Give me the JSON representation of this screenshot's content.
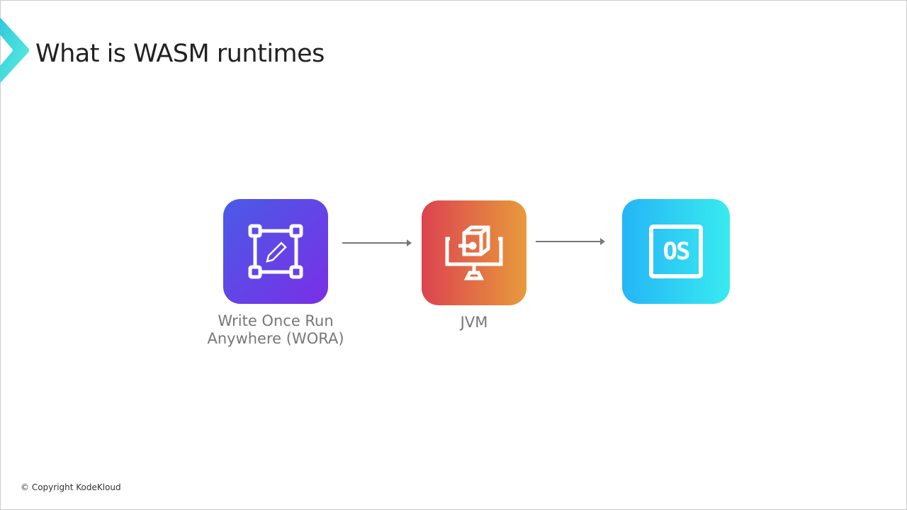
{
  "title": "What is WASM runtimes",
  "nodes": [
    {
      "label": "Write Once Run Anywhere (WORA)",
      "icon": "edit-frame-icon"
    },
    {
      "label": "JVM",
      "icon": "monitor-cube-icon"
    },
    {
      "label": "",
      "icon": "os-icon",
      "icon_text": "OS"
    }
  ],
  "footer": "© Copyright KodeKloud",
  "colors": {
    "accent": "#3ad6e0"
  }
}
